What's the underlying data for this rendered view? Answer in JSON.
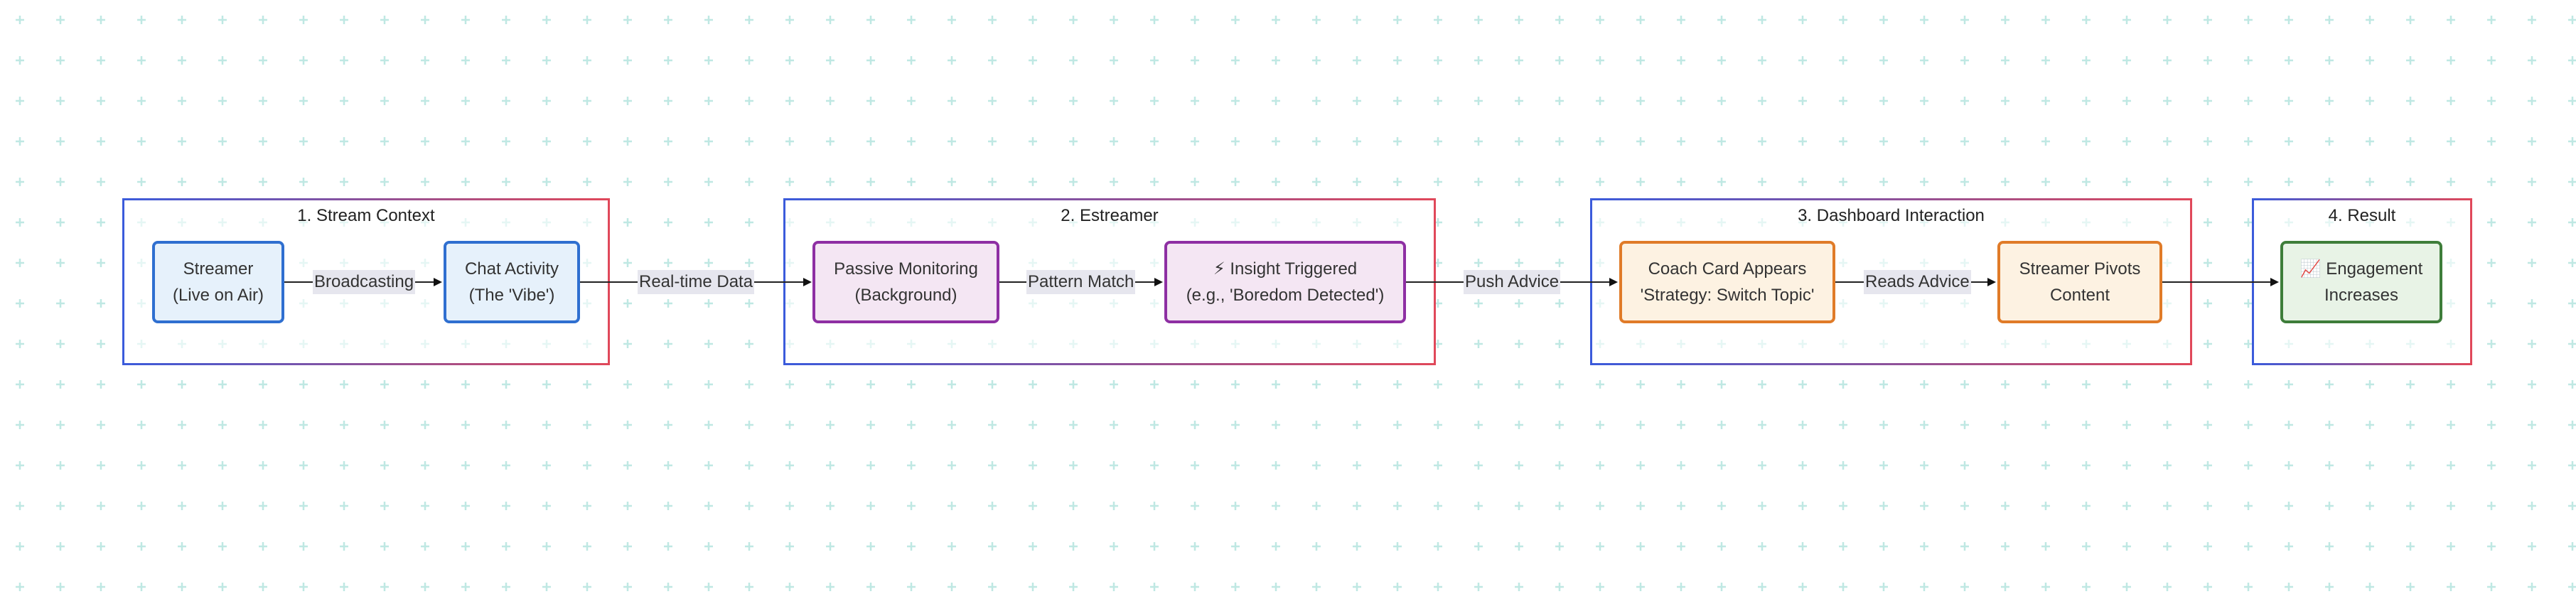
{
  "groups": [
    {
      "title": "1. Stream Context"
    },
    {
      "title": "2. Estreamer"
    },
    {
      "title": "3. Dashboard Interaction"
    },
    {
      "title": "4. Result"
    }
  ],
  "nodes": {
    "streamer": {
      "line1": "Streamer",
      "line2": "(Live on Air)"
    },
    "chat": {
      "line1": "Chat Activity",
      "line2": "(The 'Vibe')"
    },
    "monitoring": {
      "line1": "Passive Monitoring",
      "line2": "(Background)"
    },
    "insight": {
      "line1": "⚡ Insight Triggered",
      "line2": "(e.g., 'Boredom Detected')"
    },
    "coach": {
      "line1": "Coach Card Appears",
      "line2": "'Strategy: Switch Topic'"
    },
    "pivot": {
      "line1": "Streamer Pivots",
      "line2": "Content"
    },
    "engagement": {
      "line1": "📈 Engagement",
      "line2": "Increases"
    }
  },
  "edge_labels": {
    "broadcasting": "Broadcasting",
    "realtime": "Real-time Data",
    "pattern": "Pattern Match",
    "push": "Push Advice",
    "reads": "Reads Advice"
  },
  "colors": {
    "blue_fill": "#e6f1fb",
    "blue_stroke": "#2f6fd0",
    "purple_fill": "#f4e6f3",
    "purple_stroke": "#8e2fa3",
    "orange_fill": "#fdf2e2",
    "orange_stroke": "#e07b28",
    "green_fill": "#e8f3e6",
    "green_stroke": "#3e7d3a",
    "frame_start": "#3b5bdb",
    "frame_end": "#e0485a",
    "grid_plus": "#bfe8e3"
  }
}
